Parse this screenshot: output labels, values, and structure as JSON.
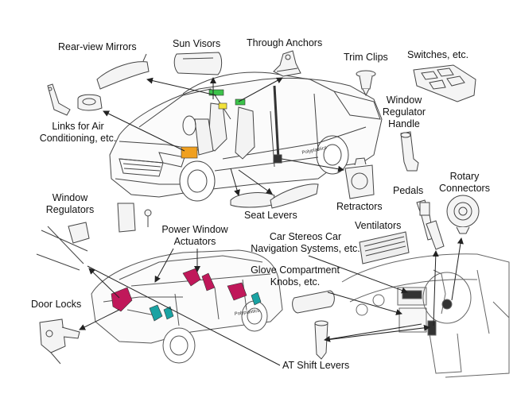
{
  "labels": {
    "rear_view_mirrors": "Rear-view Mirrors",
    "sun_visors": "Sun Visors",
    "through_anchors": "Through  Anchors",
    "trim_clips": "Trim Clips",
    "switches": "Switches, etc.",
    "window_regulator_handle": [
      "Window",
      "Regulator",
      "Handle"
    ],
    "links_air_conditioning": [
      "Links for Air",
      "Conditioning, etc."
    ],
    "retractors": "Retractors",
    "seat_levers": "Seat Levers",
    "rotary_connectors": [
      "Rotary",
      "Connectors"
    ],
    "pedals": "Pedals",
    "window_regulators": [
      "Window",
      "Regulators"
    ],
    "power_window_actuators": [
      "Power Window",
      "Actuators"
    ],
    "ventilators": "Ventilators",
    "car_stereos": [
      "Car Stereos Car",
      "Navigation Systems, etc."
    ],
    "glove_compartment_knobs": [
      "Glove Compartment",
      "Knobs, etc."
    ],
    "door_locks": "Door Locks",
    "at_shift_levers": "AT Shift Levers"
  },
  "colors": {
    "line": "#222222",
    "highlight_green": "#3cc24a",
    "highlight_yellow": "#f2e23a",
    "highlight_orange": "#f0a020",
    "highlight_magenta": "#c0185a",
    "highlight_teal": "#1aa3a3"
  },
  "icons": {
    "car_top": "sedan-cutaway-icon",
    "car_bottom": "sedan-interior-icon",
    "dashboard": "dashboard-icon"
  }
}
